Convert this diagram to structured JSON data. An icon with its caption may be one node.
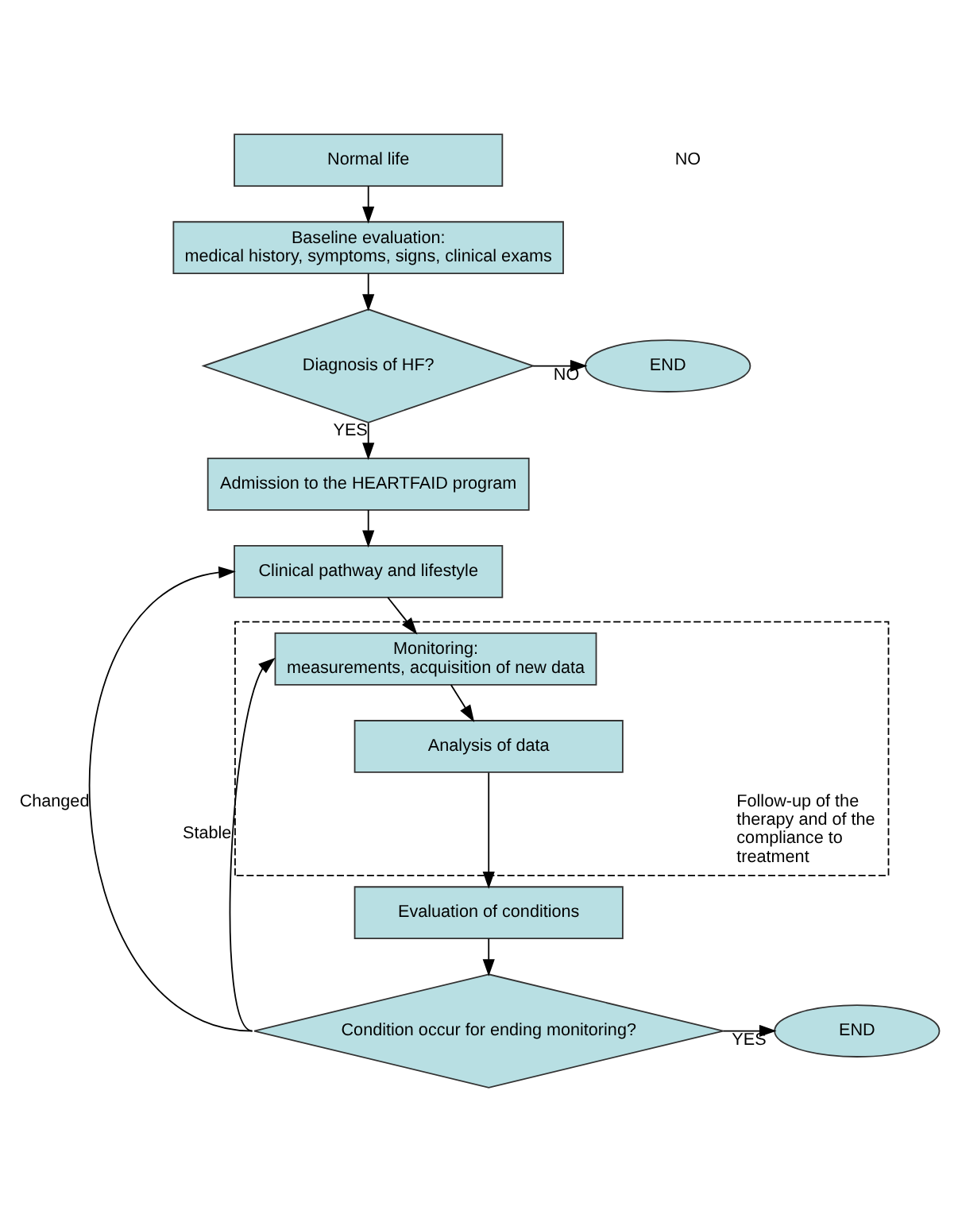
{
  "diagram": {
    "nodes": [
      {
        "text": [
          "Normal life"
        ]
      },
      {
        "text": [
          "Baseline evaluation:",
          "medical history, symptoms, signs, clinical exams"
        ]
      },
      {
        "text": [
          "Diagnosis of HF?"
        ]
      },
      {
        "text": [
          "END"
        ]
      },
      {
        "text": [
          "Admission to the HEARTFAID program"
        ]
      },
      {
        "text": [
          "Clinical pathway and lifestyle"
        ]
      },
      {
        "text": [
          "Follow-up of the therapy and of the compliance to treatment"
        ]
      },
      {
        "text": [
          "Monitoring:",
          "measurements, acquisition of new data"
        ],
        "in": 6
      },
      {
        "text": [
          "Analysis of data"
        ],
        "in": 6
      },
      {
        "text": [
          "Evaluation of conditions"
        ]
      },
      {
        "text": [
          "Condition occur for ending monitoring?"
        ]
      },
      {
        "text": [
          "END"
        ]
      }
    ],
    "edges": [
      {
        "from": 0,
        "to": 1,
        "arrow": "to"
      },
      {
        "from": 1,
        "to": 2,
        "arrow": "to"
      },
      {
        "from": 2,
        "to": 3,
        "arrow": "to",
        "label": "NO"
      },
      {
        "from": 2,
        "to": 4,
        "arrow": "to",
        "label": "YES"
      },
      {
        "from": 4,
        "to": 5,
        "arrow": "to"
      },
      {
        "from": 5,
        "to": 7,
        "arrow": "to"
      },
      {
        "from": 7,
        "to": 8,
        "arrow": "to"
      },
      {
        "from": 8,
        "to": 9,
        "arrow": "to"
      },
      {
        "from": 9,
        "to": 10,
        "arrow": "to"
      },
      {
        "from": 10,
        "to": 11,
        "arrow": "to",
        "label": "YES"
      },
      {
        "from": 10,
        "to": 5,
        "arrow": "to",
        "label": "Changed"
      },
      {
        "from": 10,
        "to": 7,
        "arrow": "to",
        "label": "Stable"
      }
    ],
    "labels": [
      "NO"
    ]
  }
}
